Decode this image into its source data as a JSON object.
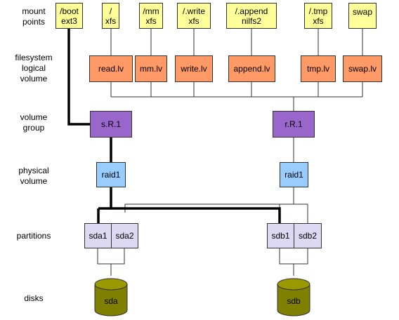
{
  "row_labels": {
    "mount_points": [
      "mount",
      "points"
    ],
    "filesystem_logical_volume": [
      "filesystem",
      "logical",
      "volume"
    ],
    "volume_group": [
      "volume",
      "group"
    ],
    "physical_volume": [
      "physical",
      "volume"
    ],
    "partitions": [
      "partitions"
    ],
    "disks": [
      "disks"
    ]
  },
  "mount_points": [
    {
      "path": "/boot",
      "fs": "ext3"
    },
    {
      "path": "/",
      "fs": "xfs"
    },
    {
      "path": "/mm",
      "fs": "xfs"
    },
    {
      "path": "/.write",
      "fs": "xfs"
    },
    {
      "path": "/.append",
      "fs": "nilfs2"
    },
    {
      "path": "/.tmp",
      "fs": "xfs"
    },
    {
      "path": "swap",
      "fs": ""
    }
  ],
  "logical_volumes": [
    "read.lv",
    "mm.lv",
    "write.lv",
    "append.lv",
    "tmp.lv",
    "swap.lv"
  ],
  "volume_groups": [
    "s.R.1",
    "r.R.1"
  ],
  "physical_volumes": [
    "raid1",
    "raid1"
  ],
  "partitions": [
    "sda1",
    "sda2",
    "sdb1",
    "sdb2"
  ],
  "disks": [
    "sda",
    "sdb"
  ],
  "colors": {
    "mount_point": "#ffff99",
    "logical_volume": "#ff9966",
    "volume_group": "#9966cc",
    "physical_volume": "#99ccff",
    "partition": "#ddd9f3",
    "disk": "#808000"
  }
}
